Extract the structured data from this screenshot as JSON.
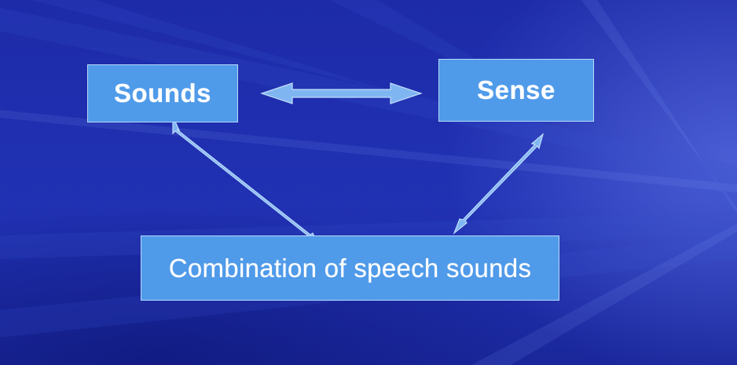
{
  "diagram": {
    "nodes": {
      "sounds": {
        "label": "Sounds"
      },
      "sense": {
        "label": "Sense"
      },
      "combination": {
        "label": "Combination of speech sounds"
      }
    },
    "edges": [
      {
        "from": "sounds",
        "to": "sense",
        "type": "bidirectional"
      },
      {
        "from": "sounds",
        "to": "combination",
        "type": "bidirectional"
      },
      {
        "from": "sense",
        "to": "combination",
        "type": "bidirectional"
      }
    ]
  },
  "colors": {
    "background": "#1f2fb0",
    "box_fill": "#4f9ae9",
    "box_border": "#b9d8fb",
    "arrow": "#7fb6f2"
  }
}
